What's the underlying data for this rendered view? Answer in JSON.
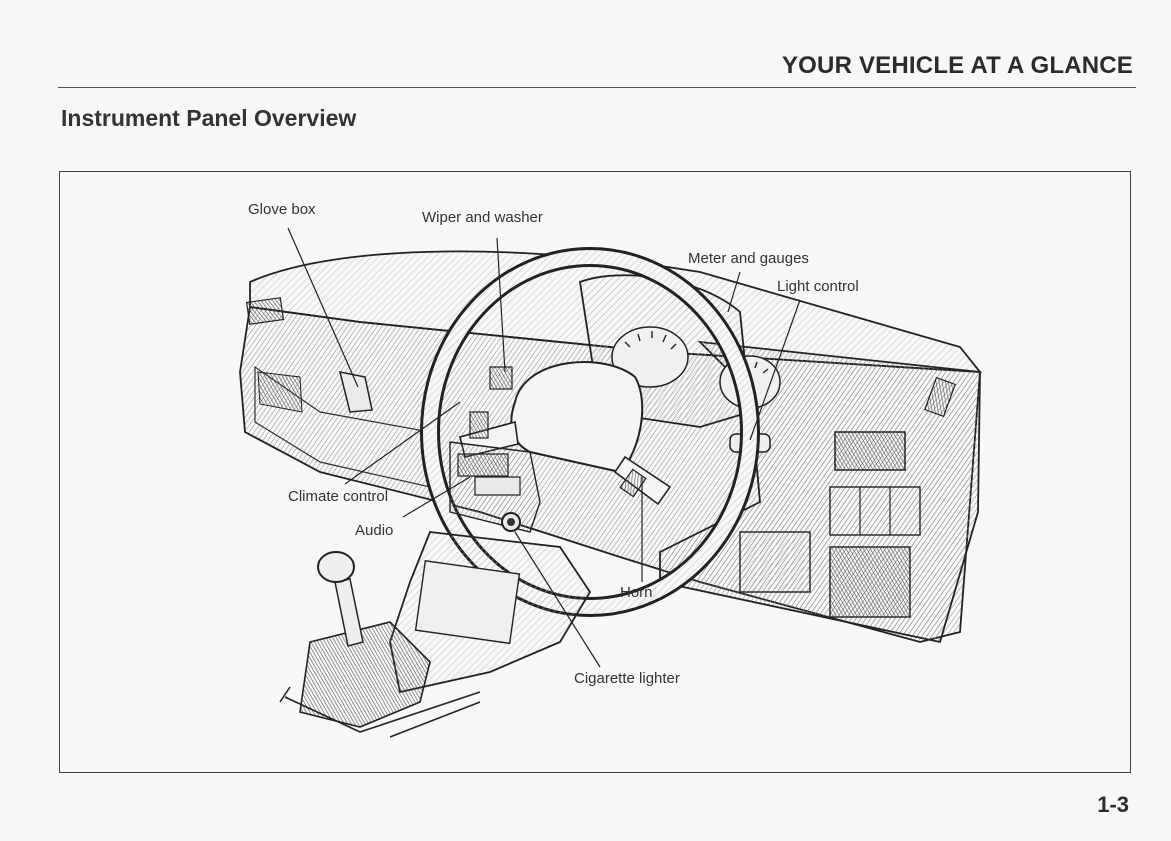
{
  "header": {
    "section_title": "YOUR VEHICLE AT A GLANCE"
  },
  "page": {
    "heading": "Instrument Panel Overview",
    "number": "1-3"
  },
  "figure": {
    "illustration": "dashboard-line-drawing",
    "callouts": {
      "glove_box": "Glove box",
      "wiper_washer": "Wiper and washer",
      "meter_gauges": "Meter and gauges",
      "light_control": "Light control",
      "climate_control": "Climate control",
      "audio": "Audio",
      "horn": "Horn",
      "cigarette_lighter": "Cigarette lighter"
    }
  }
}
